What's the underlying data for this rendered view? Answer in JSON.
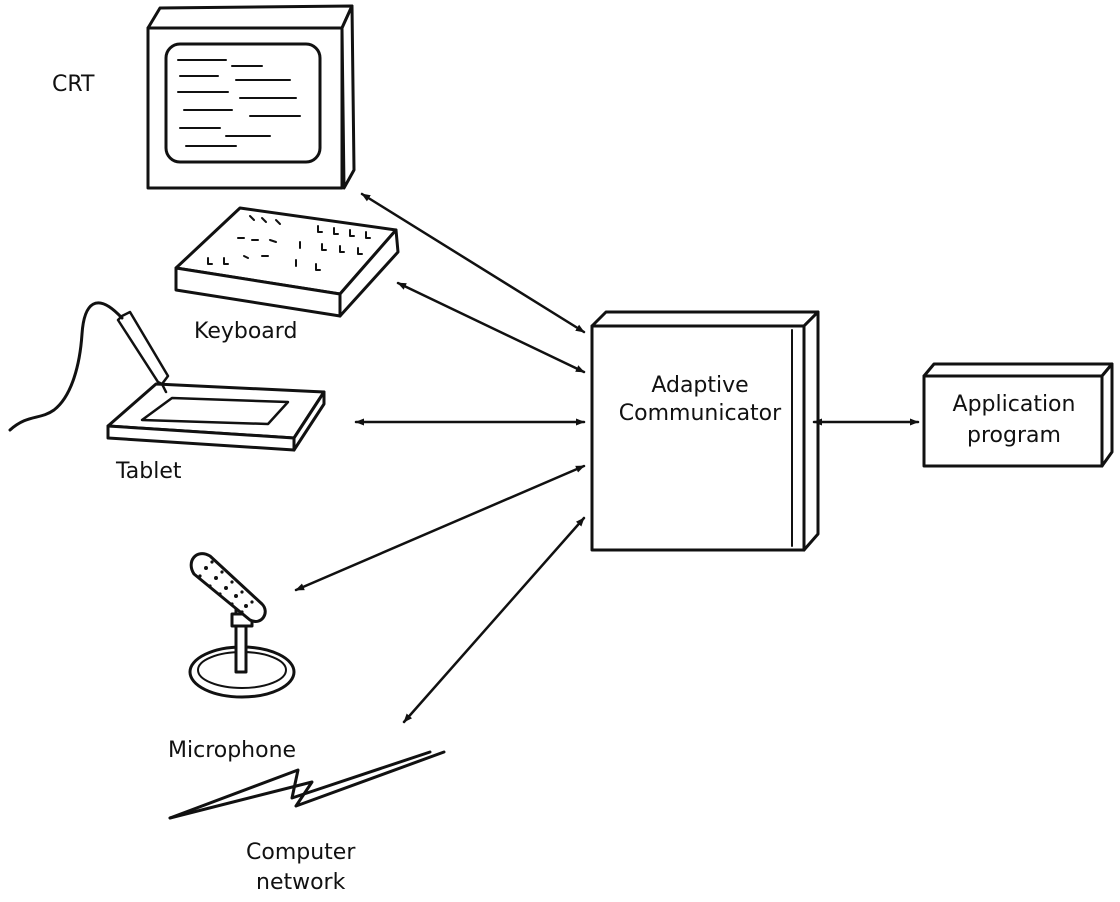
{
  "diagram": {
    "nodes": {
      "crt": {
        "label": "CRT",
        "icon": "crt-monitor-icon"
      },
      "keyboard": {
        "label": "Keyboard",
        "icon": "keyboard-icon"
      },
      "tablet": {
        "label": "Tablet",
        "icon": "tablet-stylus-icon"
      },
      "microphone": {
        "label": "Microphone",
        "icon": "microphone-icon"
      },
      "network": {
        "label_line1": "Computer",
        "label_line2": "network",
        "icon": "lightning-bolt-icon"
      },
      "communicator": {
        "label_line1": "Adaptive",
        "label_line2": "Communicator"
      },
      "application": {
        "label_line1": "Application",
        "label_line2": "program"
      }
    },
    "connections": [
      {
        "from": "crt",
        "to": "communicator",
        "direction": "bidirectional"
      },
      {
        "from": "keyboard",
        "to": "communicator",
        "direction": "bidirectional"
      },
      {
        "from": "tablet",
        "to": "communicator",
        "direction": "bidirectional"
      },
      {
        "from": "microphone",
        "to": "communicator",
        "direction": "bidirectional"
      },
      {
        "from": "network",
        "to": "communicator",
        "direction": "bidirectional"
      },
      {
        "from": "communicator",
        "to": "application",
        "direction": "bidirectional"
      }
    ]
  }
}
